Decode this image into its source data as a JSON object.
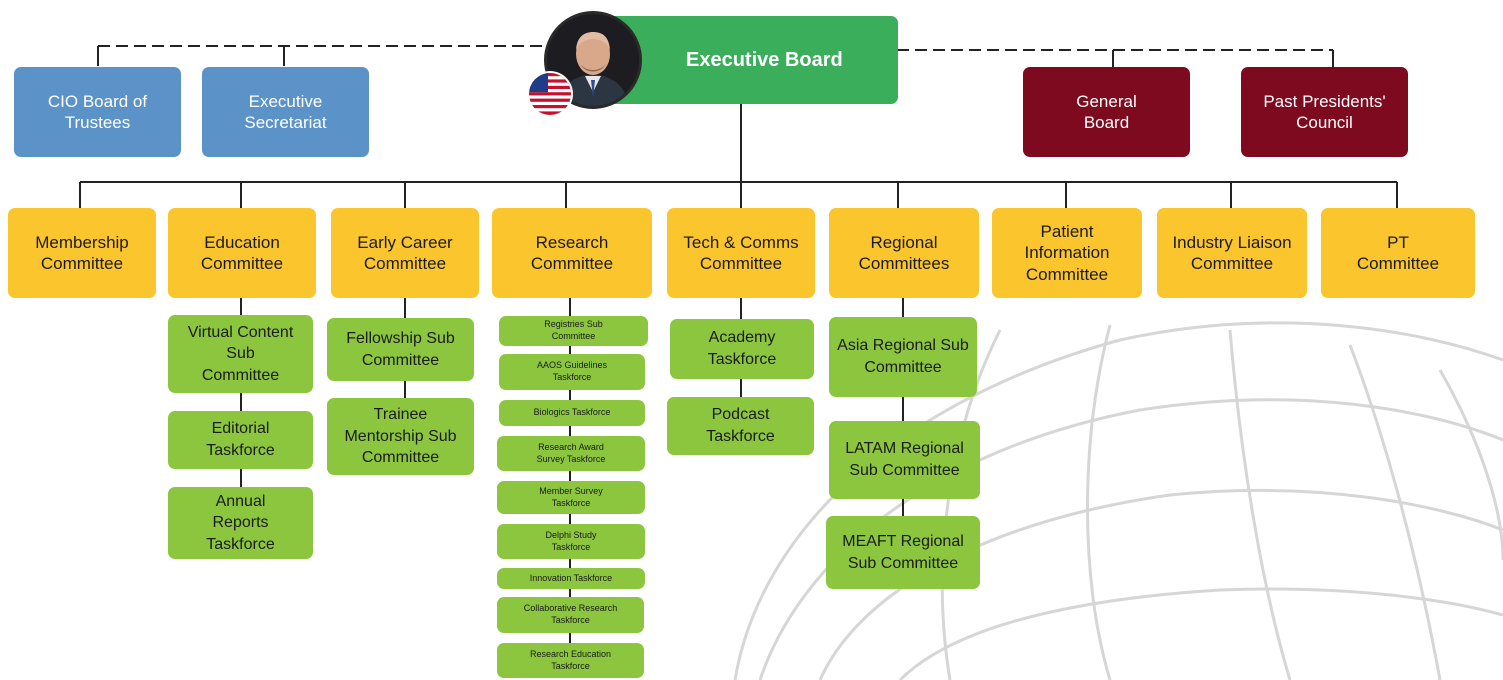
{
  "colors": {
    "executive": "#3bae5b",
    "side_blue": "#5b93c8",
    "side_maroon": "#7d0a1f",
    "committee": "#fbc52d",
    "subcommittee": "#8cc63f",
    "connector": "#222222"
  },
  "executive_board": {
    "label": "Executive Board",
    "avatar": "president-photo",
    "flag": "us-flag-icon"
  },
  "left_boards": [
    {
      "label": "CIO Board of Trustees"
    },
    {
      "label": "Executive Secretariat"
    }
  ],
  "right_boards": [
    {
      "label": "General Board"
    },
    {
      "label": "Past Presidents' Council"
    }
  ],
  "committees": [
    {
      "label": "Membership Committee",
      "children": []
    },
    {
      "label": "Education Committee",
      "children": [
        "Virtual Content Sub Committee",
        "Editorial Taskforce",
        "Annual Reports Taskforce"
      ]
    },
    {
      "label": "Early Career Committee",
      "children": [
        "Fellowship Sub Committee",
        "Trainee Mentorship Sub Committee"
      ]
    },
    {
      "label": "Research Committee",
      "children": [
        "Registries Sub Committee",
        "AAOS Guidelines Taskforce",
        "Biologics Taskforce",
        "Research Award Survey Taskforce",
        "Member Survey Taskforce",
        "Delphi Study Taskforce",
        "Innovation Taskforce",
        "Collaborative Research Taskforce",
        "Research Education Taskforce"
      ]
    },
    {
      "label": "Tech & Comms Committee",
      "children": [
        "Academy Taskforce",
        "Podcast Taskforce"
      ]
    },
    {
      "label": "Regional Committees",
      "children": [
        "Asia Regional Sub Committee",
        "LATAM Regional Sub Committee",
        "MEAFT Regional Sub Committee"
      ]
    },
    {
      "label": "Patient Information Committee",
      "children": []
    },
    {
      "label": "Industry Liaison Committee",
      "children": []
    },
    {
      "label": "PT Committee",
      "children": []
    }
  ]
}
